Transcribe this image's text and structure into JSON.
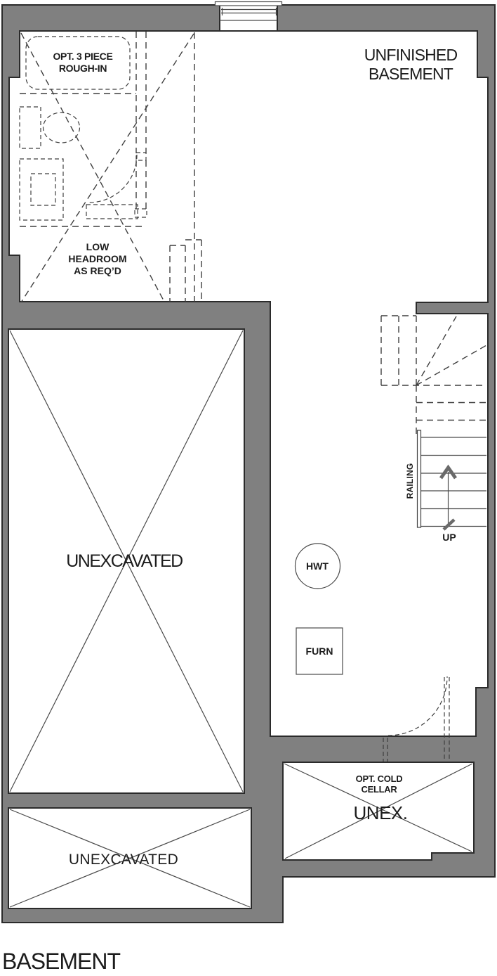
{
  "title": "BASEMENT",
  "labels": {
    "unfinished_line1": "UNFINISHED",
    "unfinished_line2": "BASEMENT",
    "rough_in_line1": "OPT. 3 PIECE",
    "rough_in_line2": "ROUGH-IN",
    "low_headroom_line1": "LOW",
    "low_headroom_line2": "HEADROOM",
    "low_headroom_line3": "AS REQ’D",
    "unexcavated_main": "UNEXCAVATED",
    "unexcavated_lower": "UNEXCAVATED",
    "cold_cellar_line1": "OPT. COLD",
    "cold_cellar_line2": "CELLAR",
    "unex": "UNEX.",
    "hwt": "HWT",
    "furn": "FURN",
    "railing": "RAILING",
    "up": "UP"
  },
  "colors": {
    "wall": "#808080",
    "outline": "#2b2b2b",
    "line": "#3f3f3f",
    "thin": "#4a4a4a",
    "text": "#1c1c1c",
    "arrow": "#6a6a6a",
    "paper": "#ffffff"
  }
}
